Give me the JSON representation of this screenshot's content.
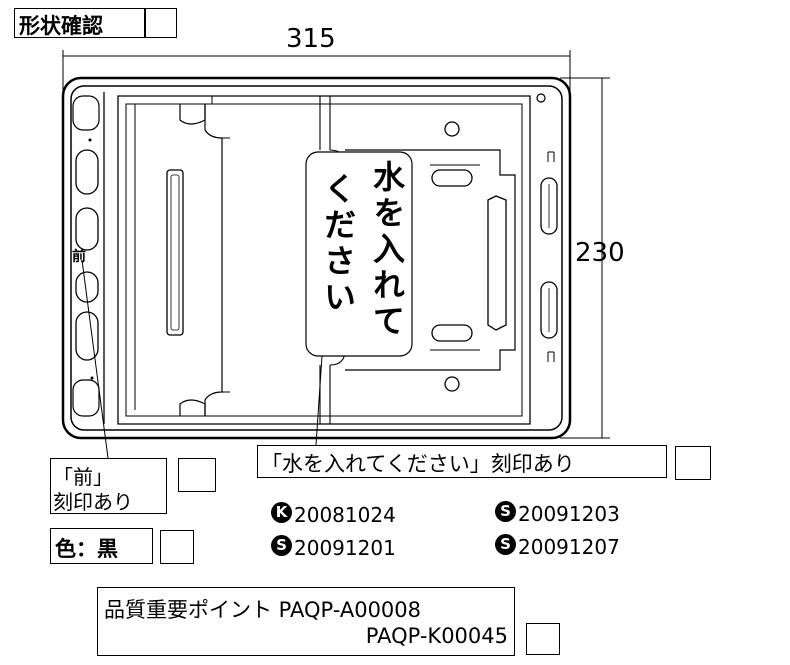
{
  "header": {
    "title": "形状確認"
  },
  "dimensions": {
    "width": "315",
    "height": "230"
  },
  "tray": {
    "message_line1": "水を入れて",
    "message_line2": "ください",
    "front_mark": "前"
  },
  "callouts": {
    "front_line1": "「前」",
    "front_line2": "刻印あり",
    "message": "「水を入れてください」刻印あり"
  },
  "color_label": "色：黒",
  "lots": [
    {
      "mark": "K",
      "code": "20081024"
    },
    {
      "mark": "S",
      "code": "20091203"
    },
    {
      "mark": "S",
      "code": "20091201"
    },
    {
      "mark": "S",
      "code": "20091207"
    }
  ],
  "quality": {
    "line1": "品質重要ポイント PAQP-A00008",
    "line2": "PAQP-K00045"
  }
}
